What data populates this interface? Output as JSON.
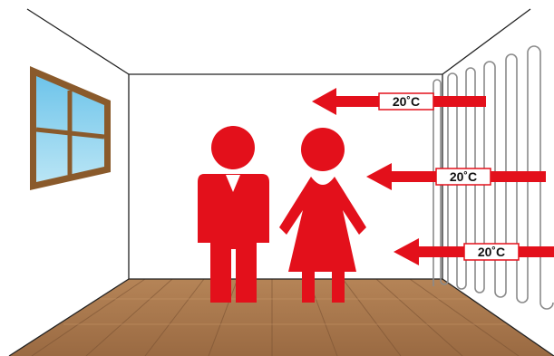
{
  "colors": {
    "accent": "#e3101b",
    "floor_base": "#a9794f",
    "window_frame": "#8a5a2b",
    "glass": "#8fd0ec",
    "heater_line": "#8a8a8a",
    "wall_line": "#222222"
  },
  "icons": [
    "window-icon",
    "man-icon",
    "woman-icon",
    "wall-heater-icon",
    "arrow-left-icon"
  ],
  "labels": {
    "temp_1": "20˚C",
    "temp_2": "20˚C",
    "temp_3": "20˚C"
  }
}
